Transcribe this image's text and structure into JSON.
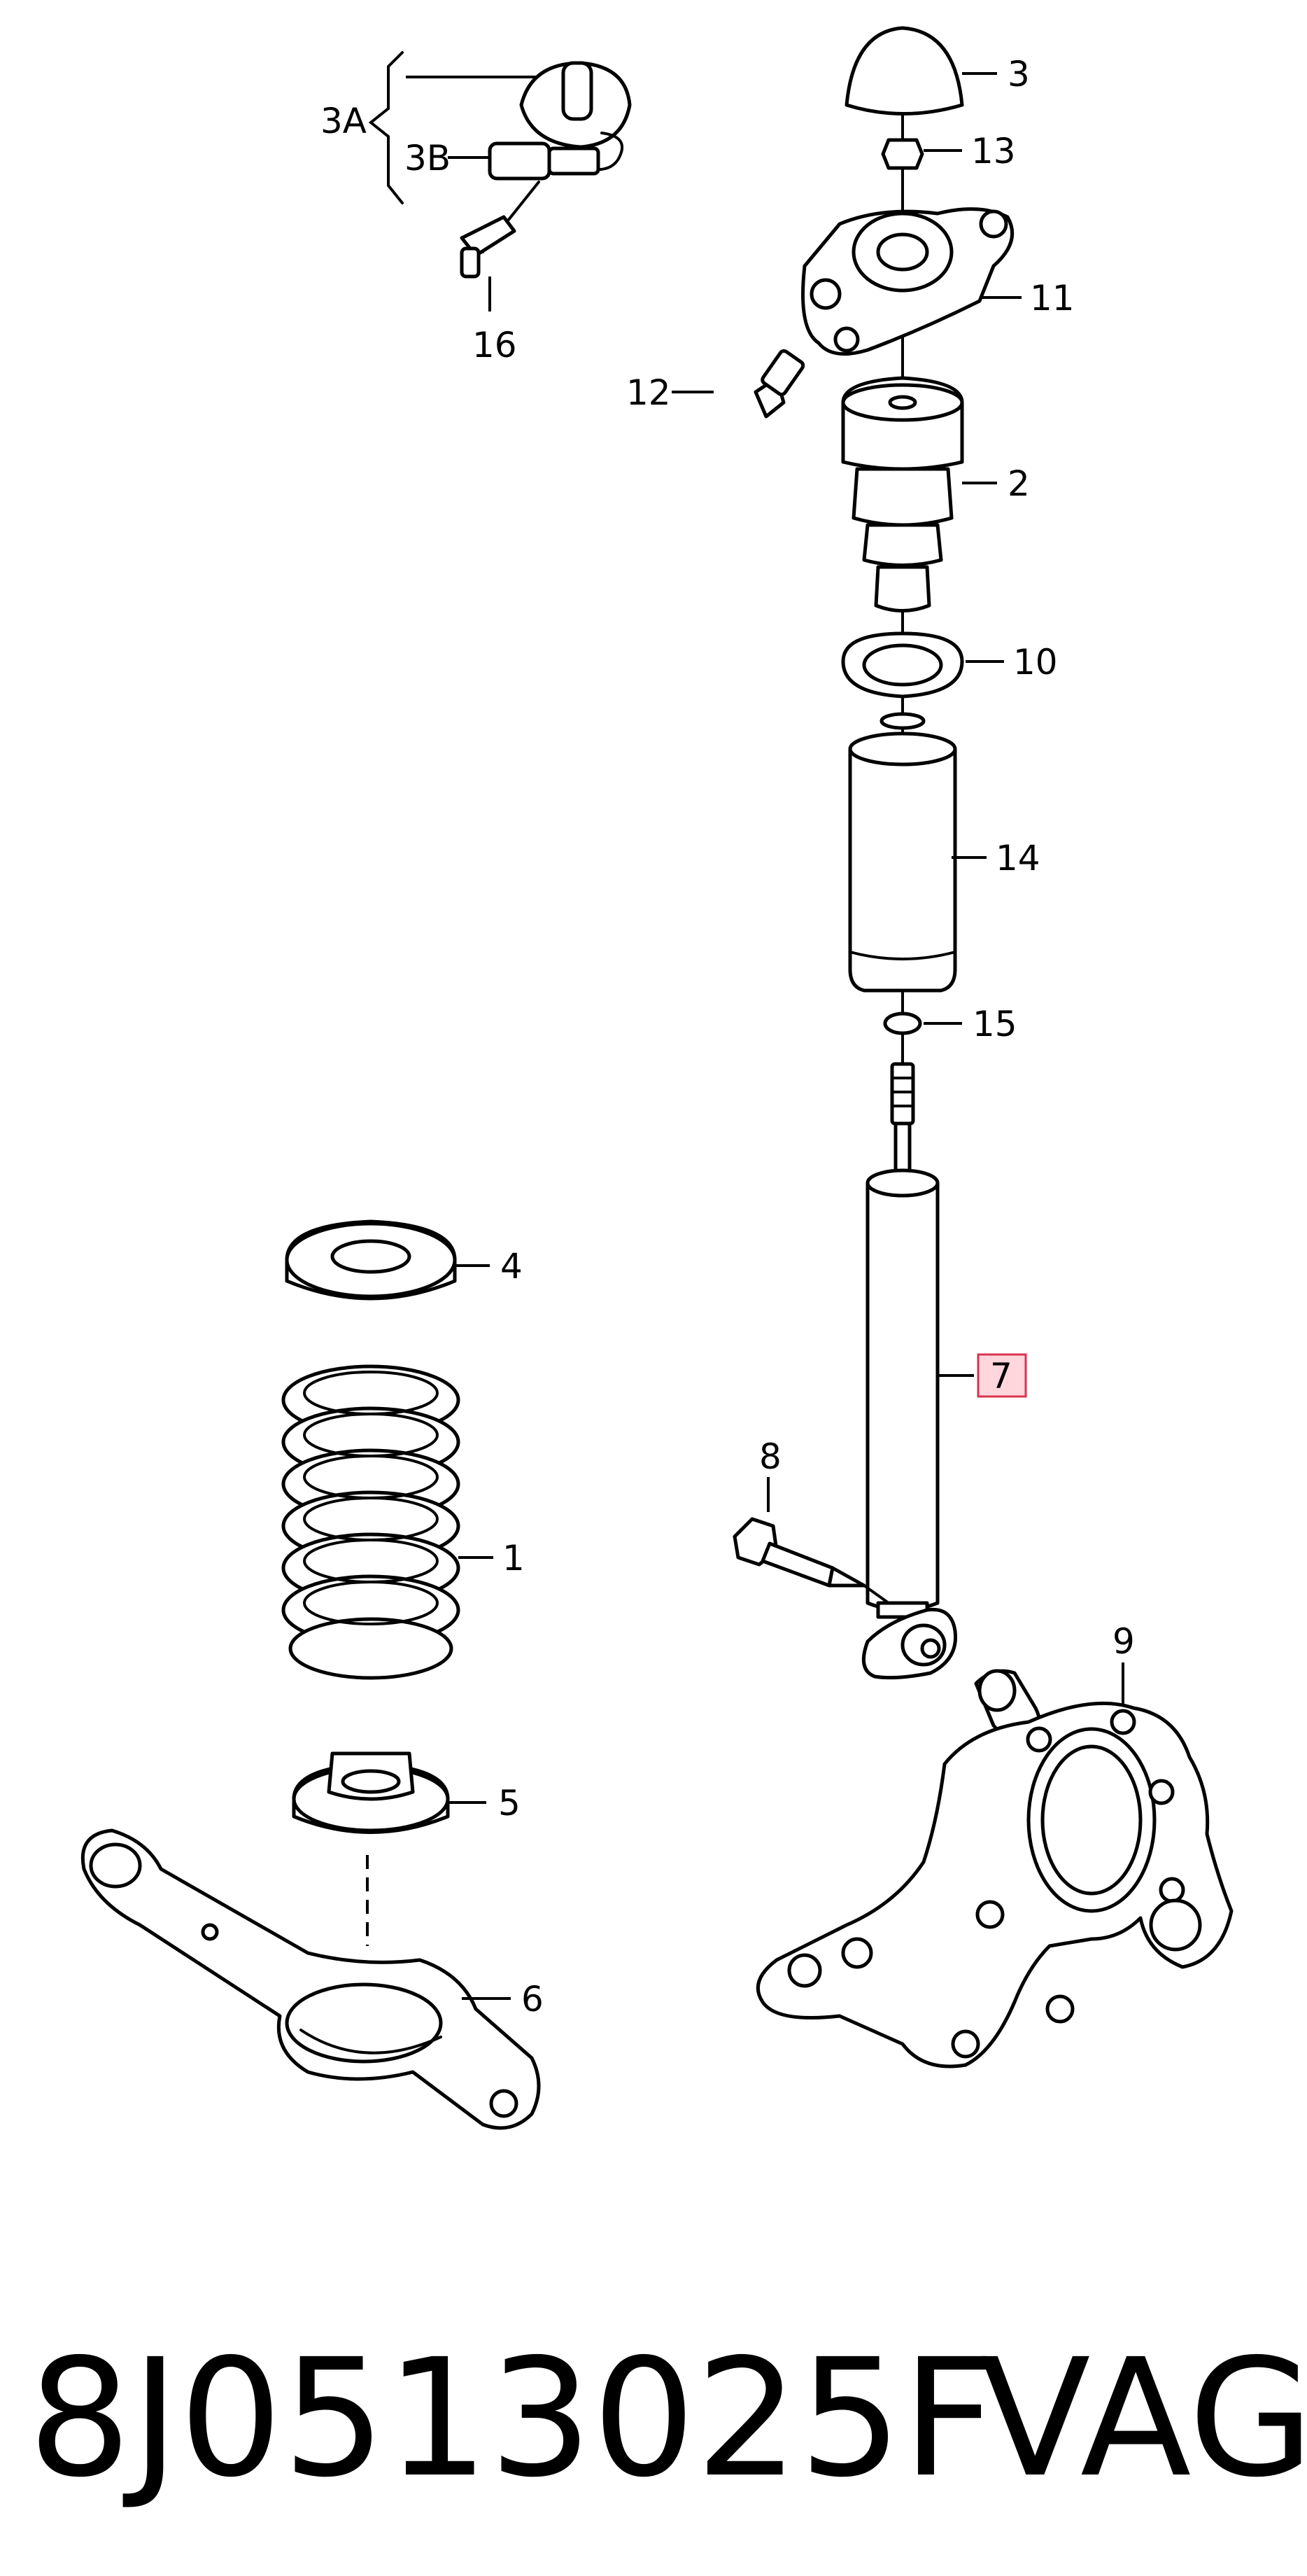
{
  "diagram": {
    "callouts": {
      "p1": "1",
      "p2": "2",
      "p3": "3",
      "p3a": "3A",
      "p3b": "3B",
      "p4": "4",
      "p5": "5",
      "p6": "6",
      "p7": "7",
      "p8": "8",
      "p9": "9",
      "p10": "10",
      "p11": "11",
      "p12": "12",
      "p13": "13",
      "p14": "14",
      "p15": "15",
      "p16": "16"
    },
    "highlighted_callout": "7",
    "highlight_color": "#ffd6dc",
    "highlight_border_color": "#d9334f"
  },
  "footer": {
    "part_number": "8J0513025F",
    "brand": "VAG"
  }
}
